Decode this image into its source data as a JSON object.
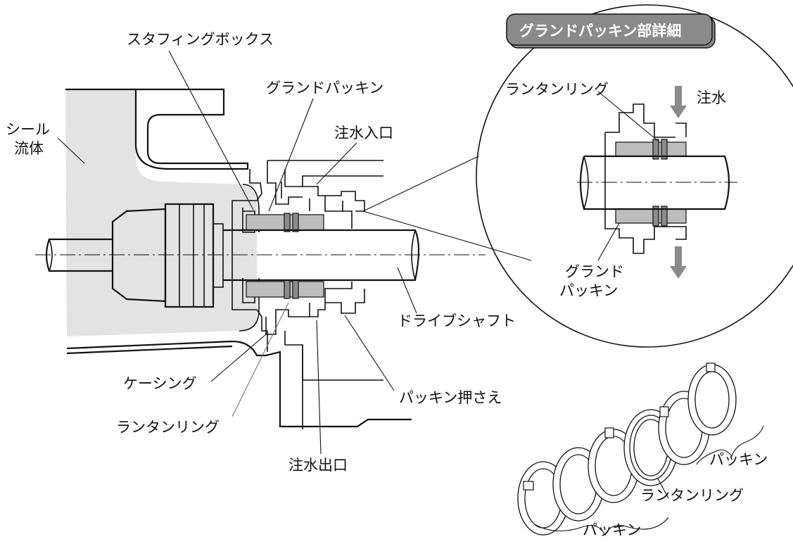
{
  "labels": {
    "stuffing_box": "スタフィングボックス",
    "gland_packing": "グランドパッキン",
    "seal_fluid_line1": "シール",
    "seal_fluid_line2": "流体",
    "water_inlet": "注水入口",
    "drive_shaft": "ドライブシャフト",
    "casing": "ケーシング",
    "packing_gland": "パッキン押さえ",
    "lantern_ring": "ランタンリング",
    "water_outlet": "注水出口"
  },
  "detail": {
    "title": "グランドパッキン部詳細",
    "lantern_ring": "ランタンリング",
    "water_injection": "注水",
    "gland_packing_line1": "グランド",
    "gland_packing_line2": "パッキン"
  },
  "rings": {
    "packing_top": "パッキン",
    "lantern_ring": "ランタンリング",
    "packing_bottom": "パッキン"
  },
  "colors": {
    "fluid_fill": "#e3e3e3",
    "packing_fill": "#bdbdbd",
    "lantern_fill": "#8c8c8c",
    "arrow_fill": "#8a8a8a",
    "title_badge_fill": "#8a8a8a"
  }
}
